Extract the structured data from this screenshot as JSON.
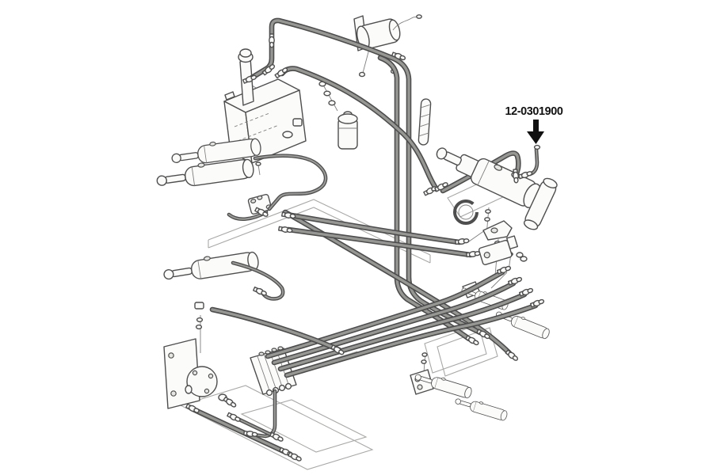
{
  "page": {
    "background": "#ffffff"
  },
  "callout": {
    "part_number": "12-0301900"
  },
  "colors": {
    "background": "#ffffff",
    "line": "#4e4e4e",
    "hose_outline": "#4d4d4d",
    "hose_core": "#969693",
    "label_text": "#111111",
    "arrow": "#111111"
  },
  "diagram": {
    "kind": "hydraulic-hose-routing-parts-diagram",
    "components": [
      "reservoir-tank",
      "filler-neck",
      "solenoid-motor",
      "wire-lead",
      "filter-canister",
      "trim-cylinder-upper-a",
      "trim-cylinder-upper-b",
      "trim-cylinder-lower",
      "tee-valve",
      "o-ring-clamp",
      "power-trim-cylinder",
      "mounting-bracket-upper",
      "mounting-bracket-lower",
      "pump-assembly",
      "mounting-plate",
      "control-valve-bank",
      "hose-bundle",
      "anchor-cylinder-1",
      "anchor-cylinder-2",
      "anchor-cylinder-3",
      "anchor-cylinder-4",
      "labeled-hose",
      "long-hose-1",
      "long-hose-2",
      "reference-sheets"
    ]
  }
}
